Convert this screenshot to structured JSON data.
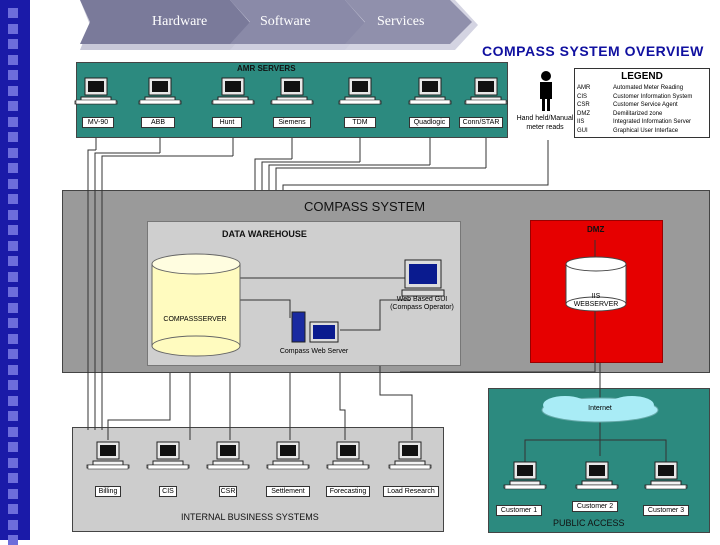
{
  "nav": {
    "tabs": [
      "Hardware",
      "Software",
      "Services"
    ]
  },
  "title": "COMPASS SYSTEM OVERVIEW",
  "amr": {
    "title": "AMR SERVERS",
    "servers": [
      "MV-90",
      "ABB",
      "Hunt",
      "Siemens",
      "TDM",
      "Quadlogic",
      "Conn/STAR"
    ]
  },
  "handheld": {
    "line1": "Hand held/Manual",
    "line2": "meter reads"
  },
  "legend": {
    "title": "LEGEND",
    "entries": [
      {
        "abbr": "AMR",
        "desc": "Automated Meter Reading"
      },
      {
        "abbr": "CIS",
        "desc": "Customer Information System"
      },
      {
        "abbr": "CSR",
        "desc": "Customer Service Agent"
      },
      {
        "abbr": "DMZ",
        "desc": "Demilitarized zone"
      },
      {
        "abbr": "IIS",
        "desc": "Integrated Information Server"
      },
      {
        "abbr": "GUI",
        "desc": "Graphical User Interface"
      }
    ]
  },
  "compass": {
    "title": "COMPASS SYSTEM",
    "data_warehouse": "DATA WAREHOUSE",
    "db_label": "COMPASSSERVER",
    "gui_line1": "Web Based GUI",
    "gui_line2": "(Compass Operator)",
    "web_server": "Compass Web Server",
    "dmz": {
      "title": "DMZ",
      "line1": "IIS",
      "line2": "WEBSERVER"
    }
  },
  "internal": {
    "title": "INTERNAL BUSINESS SYSTEMS",
    "systems": [
      "Billing",
      "CIS",
      "CSR",
      "Settlement",
      "Forecasting",
      "Load Research"
    ]
  },
  "public": {
    "title": "PUBLIC ACCESS",
    "cloud": "Internet",
    "customers": [
      "Customer 1",
      "Customer 2",
      "Customer 3"
    ]
  },
  "colors": {
    "strip": "#1a1aa8",
    "panel_teal": "#2c8a7f",
    "dmz_red": "#e60000",
    "title_blue": "#1010a0"
  }
}
